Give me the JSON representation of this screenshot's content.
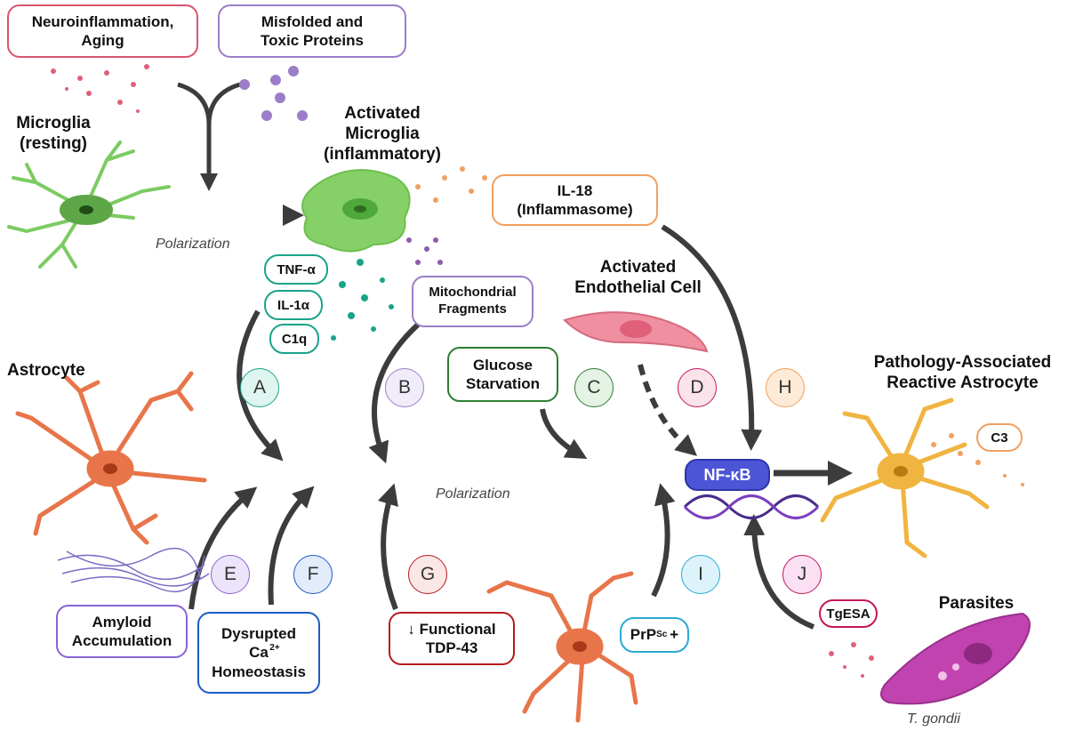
{
  "boxes": {
    "neuroinflammation": "Neuroinflammation,\nAging",
    "misfolded": "Misfolded and\nToxic Proteins",
    "il18": "IL-18\n(Inflammasome)",
    "mito": "Mitochondrial\nFragments",
    "glucose": "Glucose\nStarvation",
    "amyloid": "Amyloid\nAccumulation",
    "calcium_pre": "Dysrupted\nCa",
    "calcium_sup": "2+",
    "calcium_post": "Homeostasis",
    "tdp": "↓ Functional\nTDP-43",
    "prp": "PrP",
    "prp_sup": "Sc",
    "prp_post": "+",
    "tgesa": "TgESA",
    "c3": "C3"
  },
  "cytokines": [
    "TNF-α",
    "IL-1α",
    "C1q"
  ],
  "labels": {
    "microglia_resting": "Microglia\n(resting)",
    "activated_microglia": "Activated\nMicroglia\n(inflammatory)",
    "activated_endothelial": "Activated\nEndothelial Cell",
    "astrocyte": "Astrocyte",
    "reactive_astrocyte": "Pathology-Associated\nReactive Astrocyte",
    "parasites": "Parasites",
    "t_gondii": "T. gondii",
    "polarization_top": "Polarization",
    "polarization_main": "Polarization",
    "nfkb": "NF-κB"
  },
  "pathways": [
    {
      "letter": "A",
      "color": "#1aa38a",
      "fill": "#dff5ef"
    },
    {
      "letter": "B",
      "color": "#9b7ec8",
      "fill": "#f1ecf9"
    },
    {
      "letter": "C",
      "color": "#2e7d32",
      "fill": "#e4f3e3"
    },
    {
      "letter": "D",
      "color": "#c2185b",
      "fill": "#fbe3ea"
    },
    {
      "letter": "E",
      "color": "#8a63d2",
      "fill": "#ece4fb"
    },
    {
      "letter": "F",
      "color": "#1e5bc6",
      "fill": "#e2ecfb"
    },
    {
      "letter": "G",
      "color": "#b71c1c",
      "fill": "#fbe6e6"
    },
    {
      "letter": "H",
      "color": "#f0a060",
      "fill": "#fdebd8"
    },
    {
      "letter": "I",
      "color": "#2aa9d6",
      "fill": "#ddf3fb"
    },
    {
      "letter": "J",
      "color": "#c2185b",
      "fill": "#fbe0f3"
    }
  ],
  "colors": {
    "arrow": "#3c3c3c",
    "nfkb": "#4c55d6",
    "microglia": "#7ccb62",
    "astrocyte": "#e8754a",
    "reactive_astrocyte": "#f0b440",
    "endothelial": "#ef8fa0",
    "parasite": "#c043b0"
  }
}
